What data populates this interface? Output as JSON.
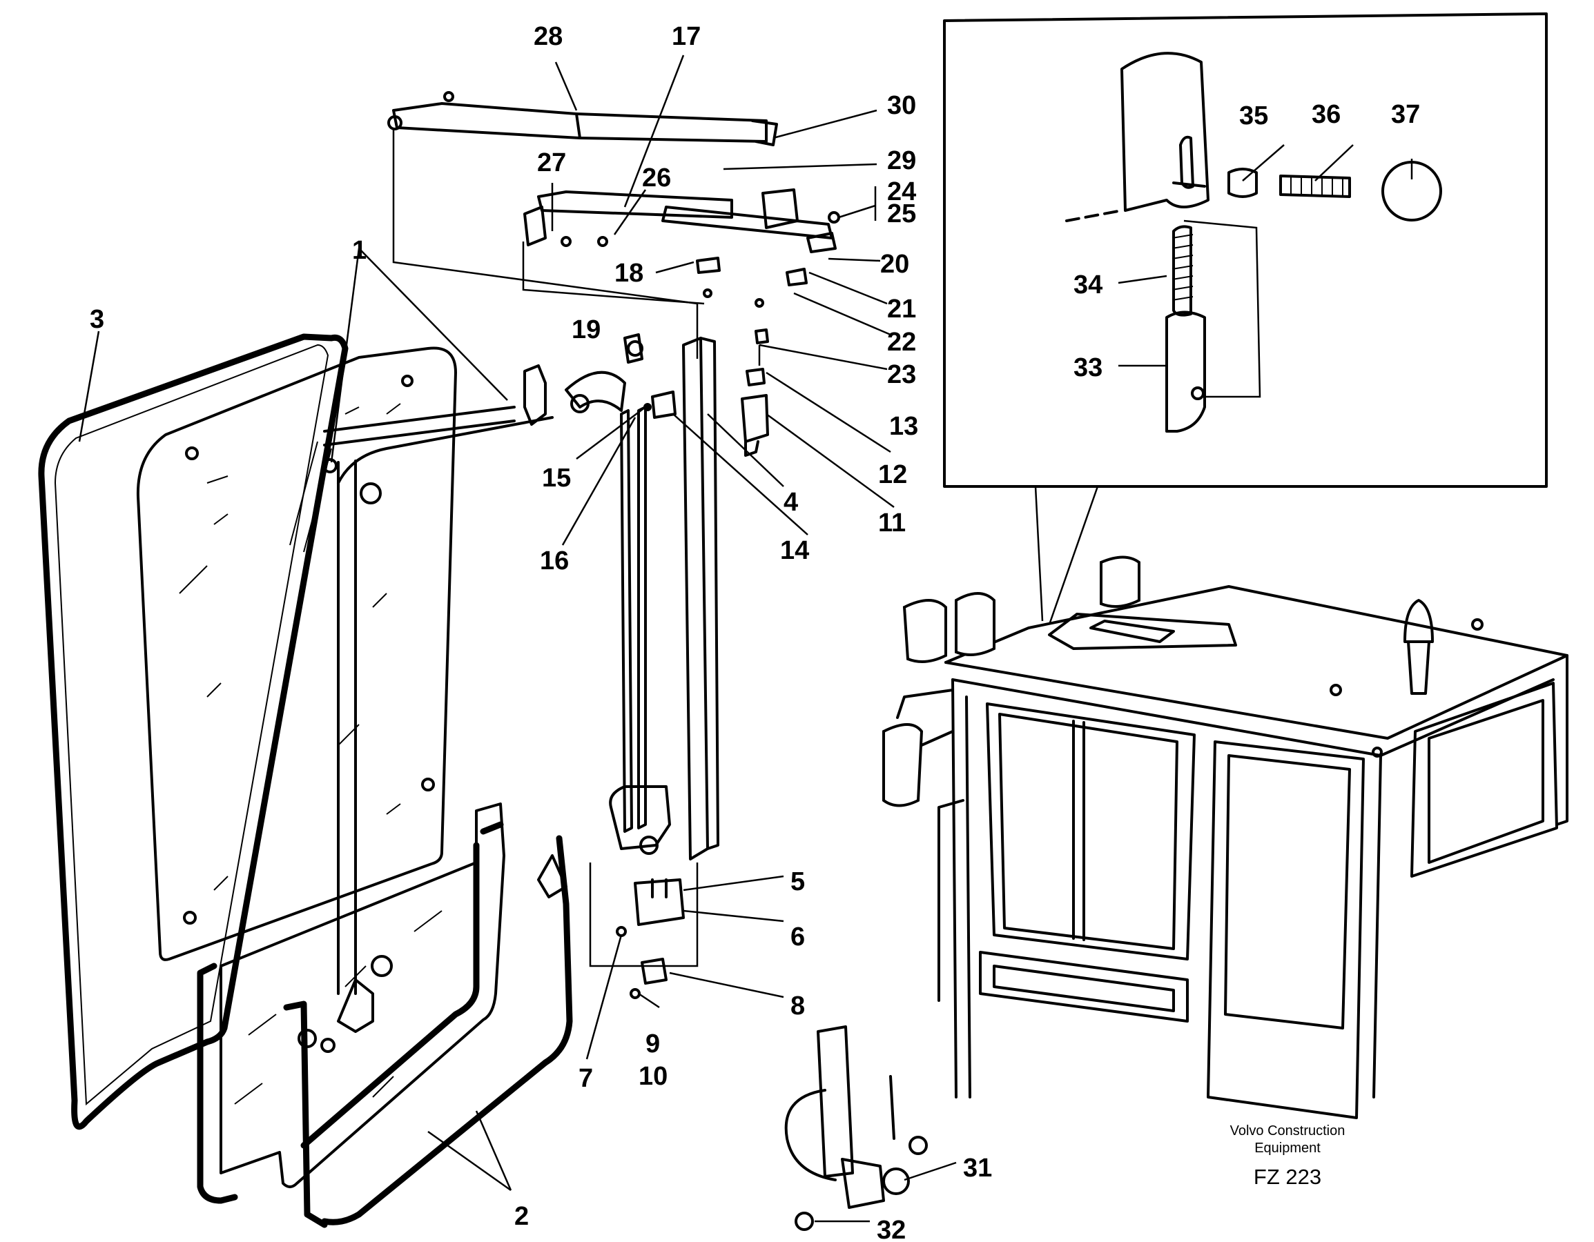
{
  "callouts": {
    "c1": "1",
    "c2": "2",
    "c3": "3",
    "c4": "4",
    "c5": "5",
    "c6": "6",
    "c7": "7",
    "c8": "8",
    "c9": "9",
    "c10": "10",
    "c11": "11",
    "c12": "12",
    "c13": "13",
    "c14": "14",
    "c15": "15",
    "c16": "16",
    "c17": "17",
    "c18": "18",
    "c19": "19",
    "c20": "20",
    "c21": "21",
    "c22": "22",
    "c23": "23",
    "c24": "24",
    "c25": "25",
    "c26": "26",
    "c27": "27",
    "c28": "28",
    "c29": "29",
    "c30": "30",
    "c31": "31",
    "c32": "32",
    "c33": "33",
    "c34": "34",
    "c35": "35",
    "c36": "36",
    "c37": "37"
  },
  "footer": {
    "brand_line1": "Volvo Construction",
    "brand_line2": "Equipment",
    "figure_code": "FZ 223"
  }
}
